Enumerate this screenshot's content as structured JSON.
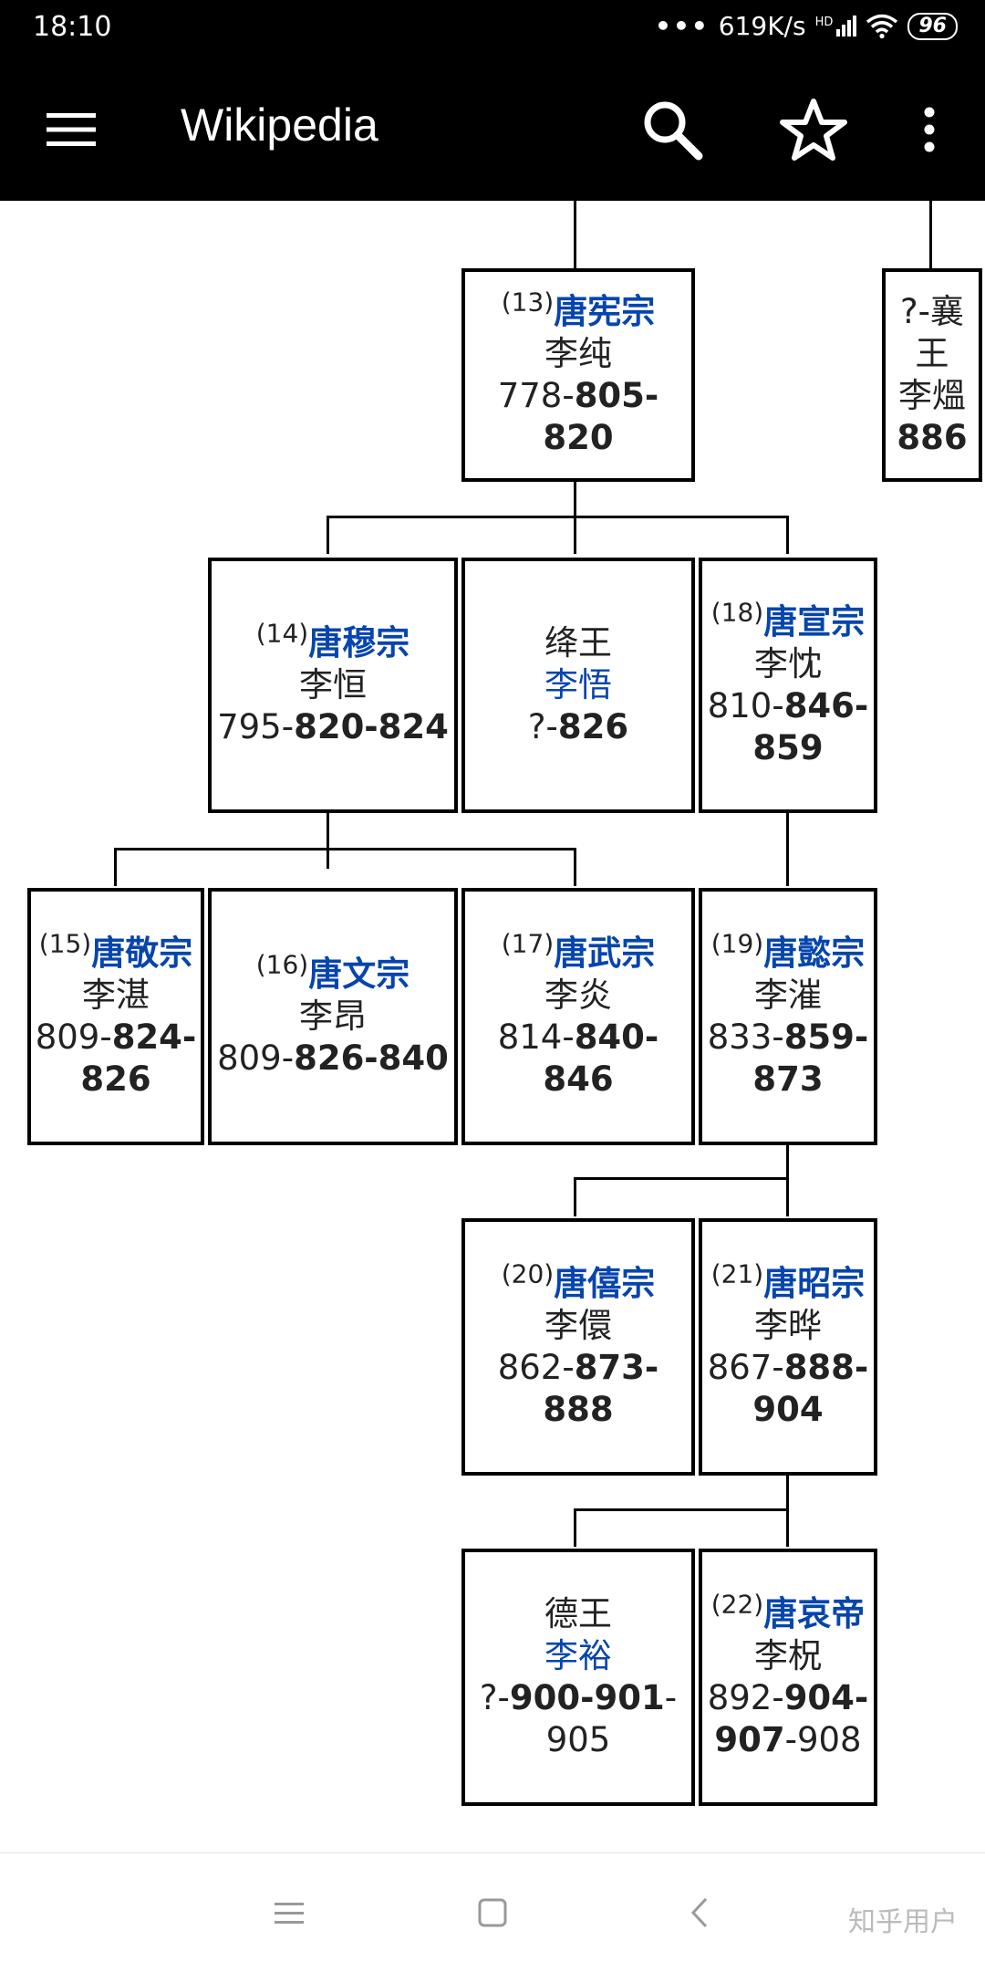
{
  "status_bar": {
    "time": "18:10",
    "network_speed": "619K/s",
    "network_type": "HD",
    "battery": "96"
  },
  "app_bar": {
    "title": "Wikipedia",
    "icons": [
      "menu-icon",
      "search-icon",
      "star-icon",
      "more-vert-icon"
    ]
  },
  "tree": {
    "nodes": [
      {
        "id": "n13",
        "num": "(13)",
        "title": "唐宪宗",
        "name": "李纯",
        "years_pre": "778-",
        "years_bold": "805-820",
        "years_post": ""
      },
      {
        "id": "nx",
        "title": "?-襄王",
        "name": "李熅",
        "years_bold": "886"
      },
      {
        "id": "n14",
        "num": "(14)",
        "title": "唐穆宗",
        "name": "李恒",
        "years_pre": "795-",
        "years_bold": "820-824",
        "years_post": ""
      },
      {
        "id": "njiang",
        "label": "绛王",
        "link": "李悟",
        "years_pre": "?-",
        "years_bold": "826",
        "years_post": ""
      },
      {
        "id": "n18",
        "num": "(18)",
        "title": "唐宣宗",
        "name": "李忱",
        "years_pre": "810-",
        "years_bold": "846-859",
        "years_post": ""
      },
      {
        "id": "n15",
        "num": "(15)",
        "title": "唐敬宗",
        "name": "李湛",
        "years_pre": "809-",
        "years_bold": "824-826",
        "years_post": ""
      },
      {
        "id": "n16",
        "num": "(16)",
        "title": "唐文宗",
        "name": "李昂",
        "years_pre": "809-",
        "years_bold": "826-840",
        "years_post": ""
      },
      {
        "id": "n17",
        "num": "(17)",
        "title": "唐武宗",
        "name": "李炎",
        "years_pre": "814-",
        "years_bold": "840-846",
        "years_post": ""
      },
      {
        "id": "n19",
        "num": "(19)",
        "title": "唐懿宗",
        "name": "李漼",
        "years_pre": "833-",
        "years_bold": "859-873",
        "years_post": ""
      },
      {
        "id": "n20",
        "num": "(20)",
        "title": "唐僖宗",
        "name": "李儇",
        "years_pre": "862-",
        "years_bold": "873-888",
        "years_post": ""
      },
      {
        "id": "n21",
        "num": "(21)",
        "title": "唐昭宗",
        "name": "李晔",
        "years_pre": "867-",
        "years_bold": "888-904",
        "years_post": ""
      },
      {
        "id": "nde",
        "label": "德王",
        "link": "李裕",
        "years_pre": "?-",
        "years_bold": "900-901",
        "years_post": "-905"
      },
      {
        "id": "n22",
        "num": "(22)",
        "title": "唐哀帝",
        "name": "李柷",
        "years_pre": "892-",
        "years_bold": "904-907",
        "years_post": "-908"
      }
    ]
  },
  "watermark": "知乎用户",
  "nav_icons": [
    "recents-icon",
    "home-icon",
    "back-icon"
  ]
}
